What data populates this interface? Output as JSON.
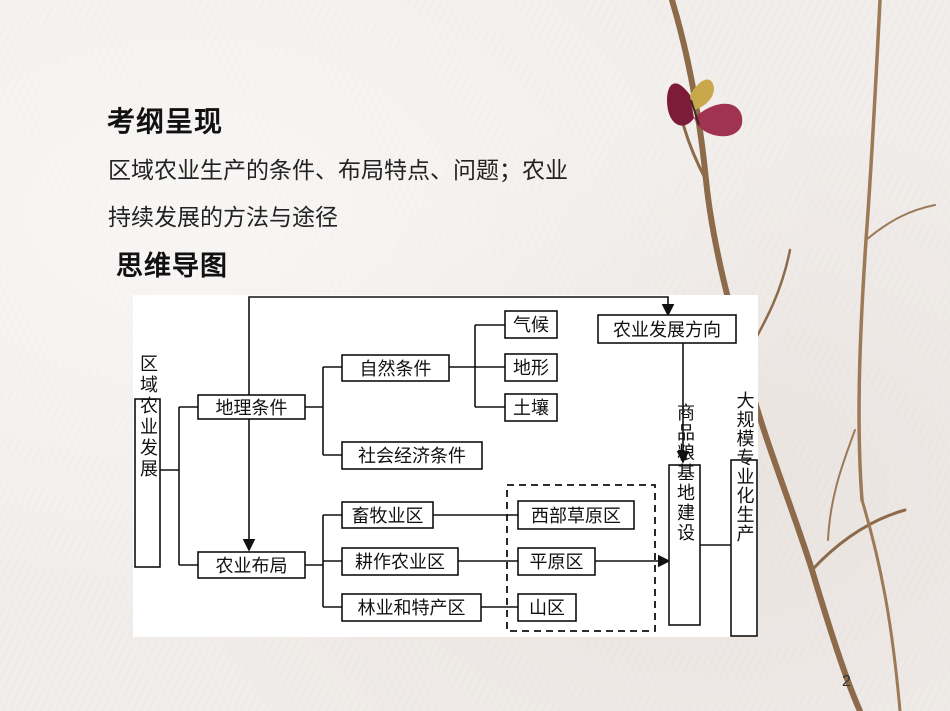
{
  "slide": {
    "title": "考纲呈现",
    "body_line1": "区域农业生产的条件、布局特点、问题；农业",
    "body_line2": "持续发展的方法与途径",
    "subtitle": "思维导图",
    "page_number": "2"
  },
  "diagram": {
    "root": "区域农业发展",
    "geo_conditions": "地理条件",
    "natural_conditions": "自然条件",
    "climate": "气候",
    "terrain": "地形",
    "soil": "土壤",
    "socio_economic": "社会经济条件",
    "direction": "农业发展方向",
    "layout": "农业布局",
    "livestock": "畜牧业区",
    "farming": "耕作农业区",
    "forestry": "林业和特产区",
    "west_grassland": "西部草原区",
    "plain": "平原区",
    "mountain": "山区",
    "grain_base": "商品粮基地建设",
    "large_scale": "大规模专业化生产"
  },
  "colors": {
    "petal": "#8a1f3d",
    "branch": "#9a6e45"
  }
}
